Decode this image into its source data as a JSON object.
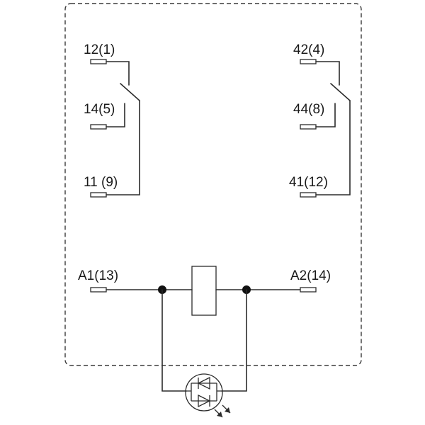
{
  "labels": {
    "no1": "12(1)",
    "nc1": "14(5)",
    "com1": "11 (9)",
    "no2": "42(4)",
    "nc2": "44(8)",
    "com2": "41(12)",
    "a1": "A1(13)",
    "a2": "A2(14)"
  }
}
